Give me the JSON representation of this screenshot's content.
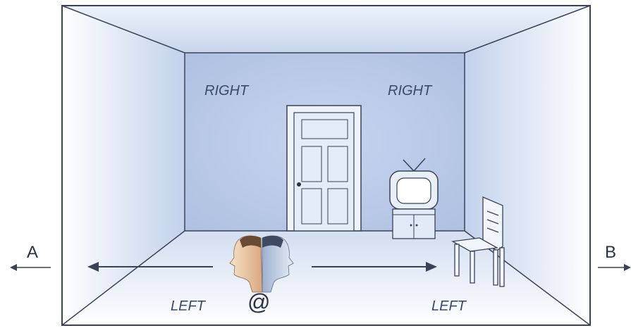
{
  "labels": {
    "wall_right_1": "RIGHT",
    "wall_right_2": "RIGHT",
    "floor_left_1": "LEFT",
    "floor_left_2": "LEFT",
    "side_a": "A",
    "side_b": "B",
    "center_symbol": "@"
  },
  "colors": {
    "back_wall": "#b7c8e6",
    "side_wall": "#c9d7ee",
    "ceiling": "#d5e1f3",
    "floor": "#e3ebf7",
    "outline": "#3a4256",
    "arrow": "#3a4256"
  },
  "objects": [
    "door",
    "television",
    "cabinet",
    "chair",
    "two-heads"
  ]
}
